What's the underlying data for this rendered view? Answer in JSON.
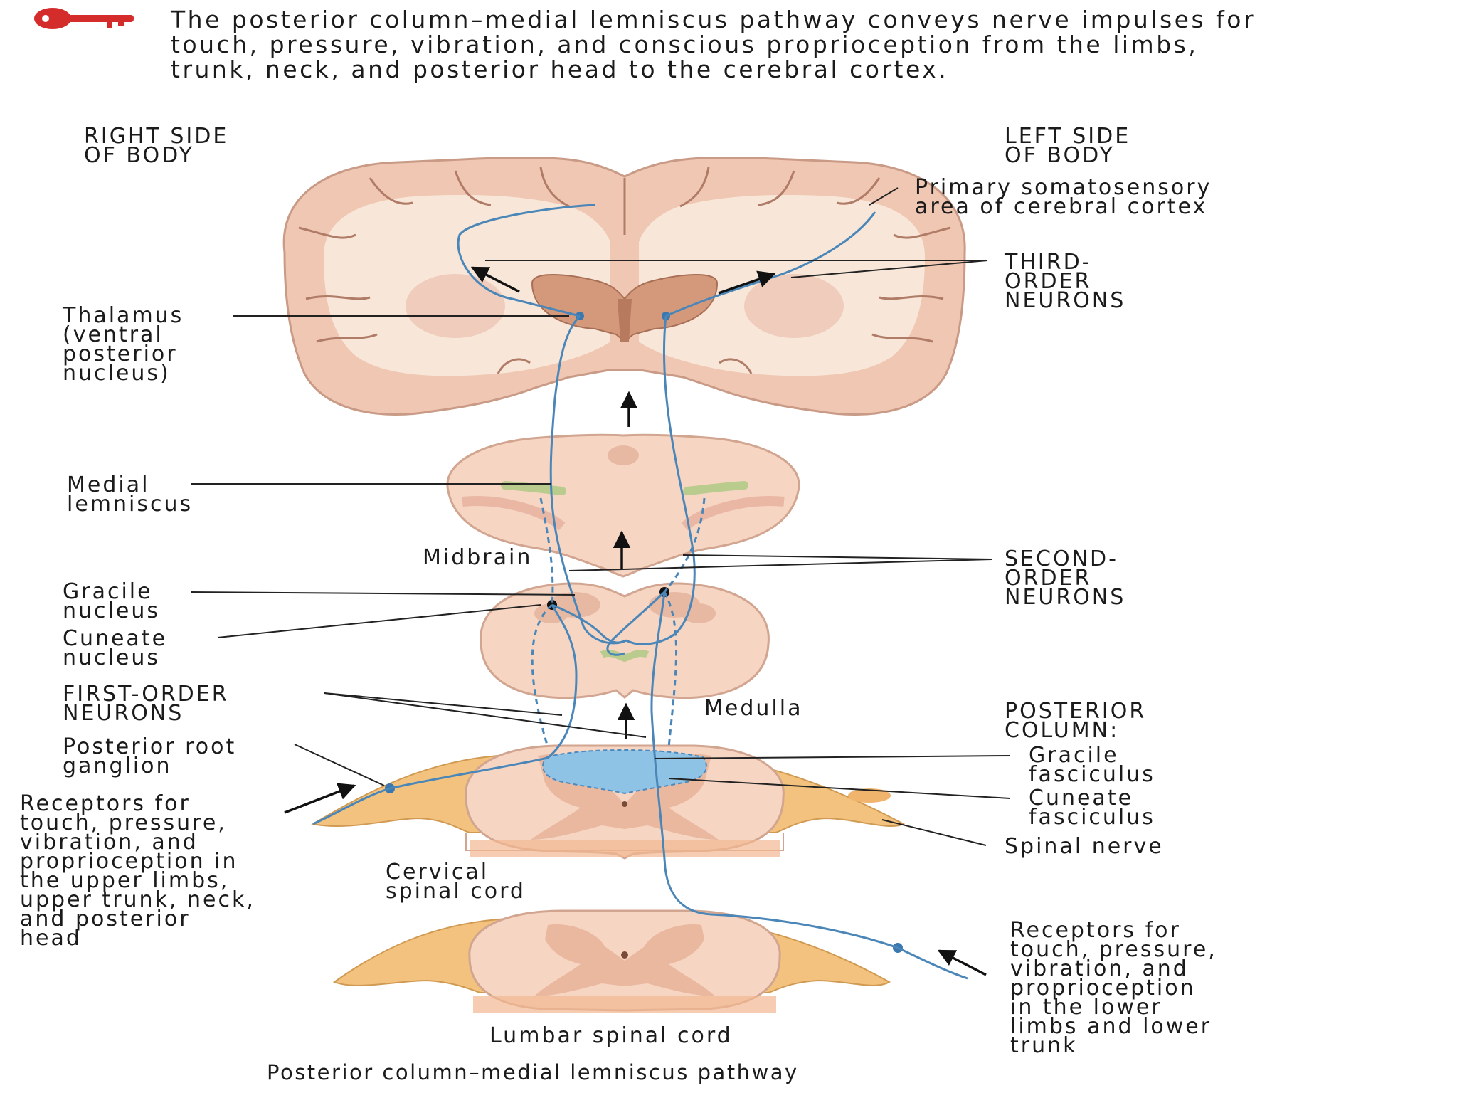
{
  "intro_text": "The posterior column–medial lemniscus pathway conveys nerve impulses for touch, pressure, vibration, and conscious proprioception from the limbs, trunk, neck, and posterior head to the cerebral cortex.",
  "key_icon": "key-icon",
  "colors": {
    "brain_tissue": "#f0c7b2",
    "white_matter": "#f7e5d6",
    "thalamus": "#d4997a",
    "neuron_path": "#4a86b8",
    "posterior_column": "#8ec3e6",
    "spinal_nerve": "#f2c27e",
    "key_red": "#d42b2b"
  },
  "labels": {
    "right_side": "RIGHT SIDE\nOF BODY",
    "left_side": "LEFT SIDE\nOF BODY",
    "somatosensory": "Primary somatosensory\narea of cerebral cortex",
    "third_order": "THIRD-\nORDER\nNEURONS",
    "thalamus": "Thalamus\n(ventral\nposterior\nnucleus)",
    "medial_lemniscus": "Medial\nlemniscus",
    "midbrain": "Midbrain",
    "second_order": "SECOND-\nORDER\nNEURONS",
    "gracile_nucleus": "Gracile\nnucleus",
    "cuneate_nucleus": "Cuneate\nnucleus",
    "first_order": "FIRST-ORDER\nNEURONS",
    "medulla": "Medulla",
    "posterior_column": "POSTERIOR\nCOLUMN:",
    "gracile_fasciculus": "Gracile\nfasciculus",
    "cuneate_fasciculus": "Cuneate\nfasciculus",
    "posterior_root_ganglion": "Posterior root\nganglion",
    "receptors_upper": "Receptors for\ntouch, pressure,\nvibration, and\nproprioception in\nthe upper limbs,\nupper trunk, neck,\nand posterior\nhead",
    "spinal_nerve": "Spinal nerve",
    "cervical_cord": "Cervical\nspinal cord",
    "receptors_lower": "Receptors for\ntouch, pressure,\nvibration, and\nproprioception\nin the lower\nlimbs and lower\ntrunk",
    "lumbar_cord": "Lumbar spinal cord"
  },
  "caption": "Posterior column–medial lemniscus pathway"
}
